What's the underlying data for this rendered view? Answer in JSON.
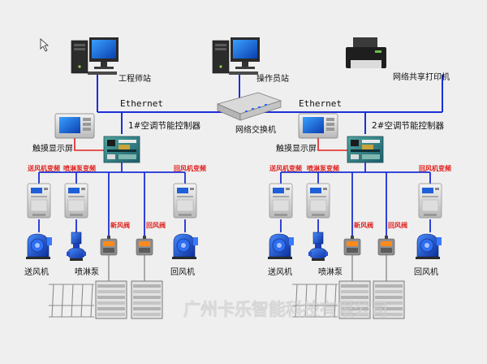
{
  "network": {
    "ethernet_left": "Ethernet",
    "ethernet_right": "Ethernet"
  },
  "top_nodes": {
    "engineer_station": "工程师站",
    "operator_station": "操作员站",
    "network_printer": "网络共享打印机",
    "network_switch": "网络交换机"
  },
  "systems": [
    {
      "controller": "1#空调节能控制器",
      "touch_display": "触摸显示屏",
      "vfd_labels": [
        "送风机变频",
        "喷淋泵变频",
        "回风机变频"
      ],
      "valve_labels": [
        "新风阀",
        "回风阀"
      ],
      "equipment_labels": [
        "送风机",
        "喷淋泵",
        "回风机"
      ]
    },
    {
      "controller": "2#空调节能控制器",
      "touch_display": "触摸显示屏",
      "vfd_labels": [
        "送风机变频",
        "喷淋泵变频",
        "回风机变频"
      ],
      "valve_labels": [
        "新风阀",
        "回风阀"
      ],
      "equipment_labels": [
        "送风机",
        "喷淋泵",
        "回风机"
      ]
    }
  ],
  "watermark": "广州卡乐智能科技有限公司",
  "colors": {
    "ethernet": "#1a2fd6",
    "signal": "#e0201c",
    "background": "#efefef"
  }
}
